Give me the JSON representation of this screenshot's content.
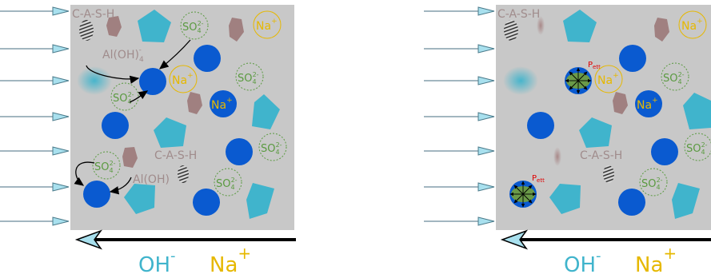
{
  "colors": {
    "panel": "#c8c8c8",
    "aggregate": "#40b4cc",
    "cement_particle": "#0a5ad0",
    "sulfate": "#5a9a40",
    "sodium": "#e6b800",
    "phase_label": "#a08c8c",
    "stress_label": "#e00000",
    "ion_caption_oh": "#40b4cc",
    "ion_caption_na": "#e6b800",
    "crystal_fill": "#6a9a48"
  },
  "left_panel": {
    "csh_top": "C-A-S-H",
    "aloh_top": "Al(OH)",
    "aloh_top_sub": "4",
    "aloh_top_sup": "-",
    "csh_mid": "C-A-S-H",
    "aloh_bottom": "Al(OH)",
    "so4": "SO",
    "so4_sub": "4",
    "so4_sup": "2-",
    "na": "Na",
    "na_sup": "+"
  },
  "right_panel": {
    "csh_top": "C-A-S-H",
    "csh_mid": "C-A-S-H",
    "pett": "P",
    "pett_sub": "ett",
    "so4": "SO",
    "so4_sub": "4",
    "so4_sup": "2-",
    "na": "Na",
    "na_sup": "+"
  },
  "captions": {
    "oh": "OH",
    "oh_sup": "-",
    "na": "Na",
    "na_sup": "+"
  },
  "icons": {
    "inflow_arrow": "arrow-right-icon",
    "outflow_arrow": "arrow-left-icon",
    "expansion": "radial-arrows-icon"
  }
}
